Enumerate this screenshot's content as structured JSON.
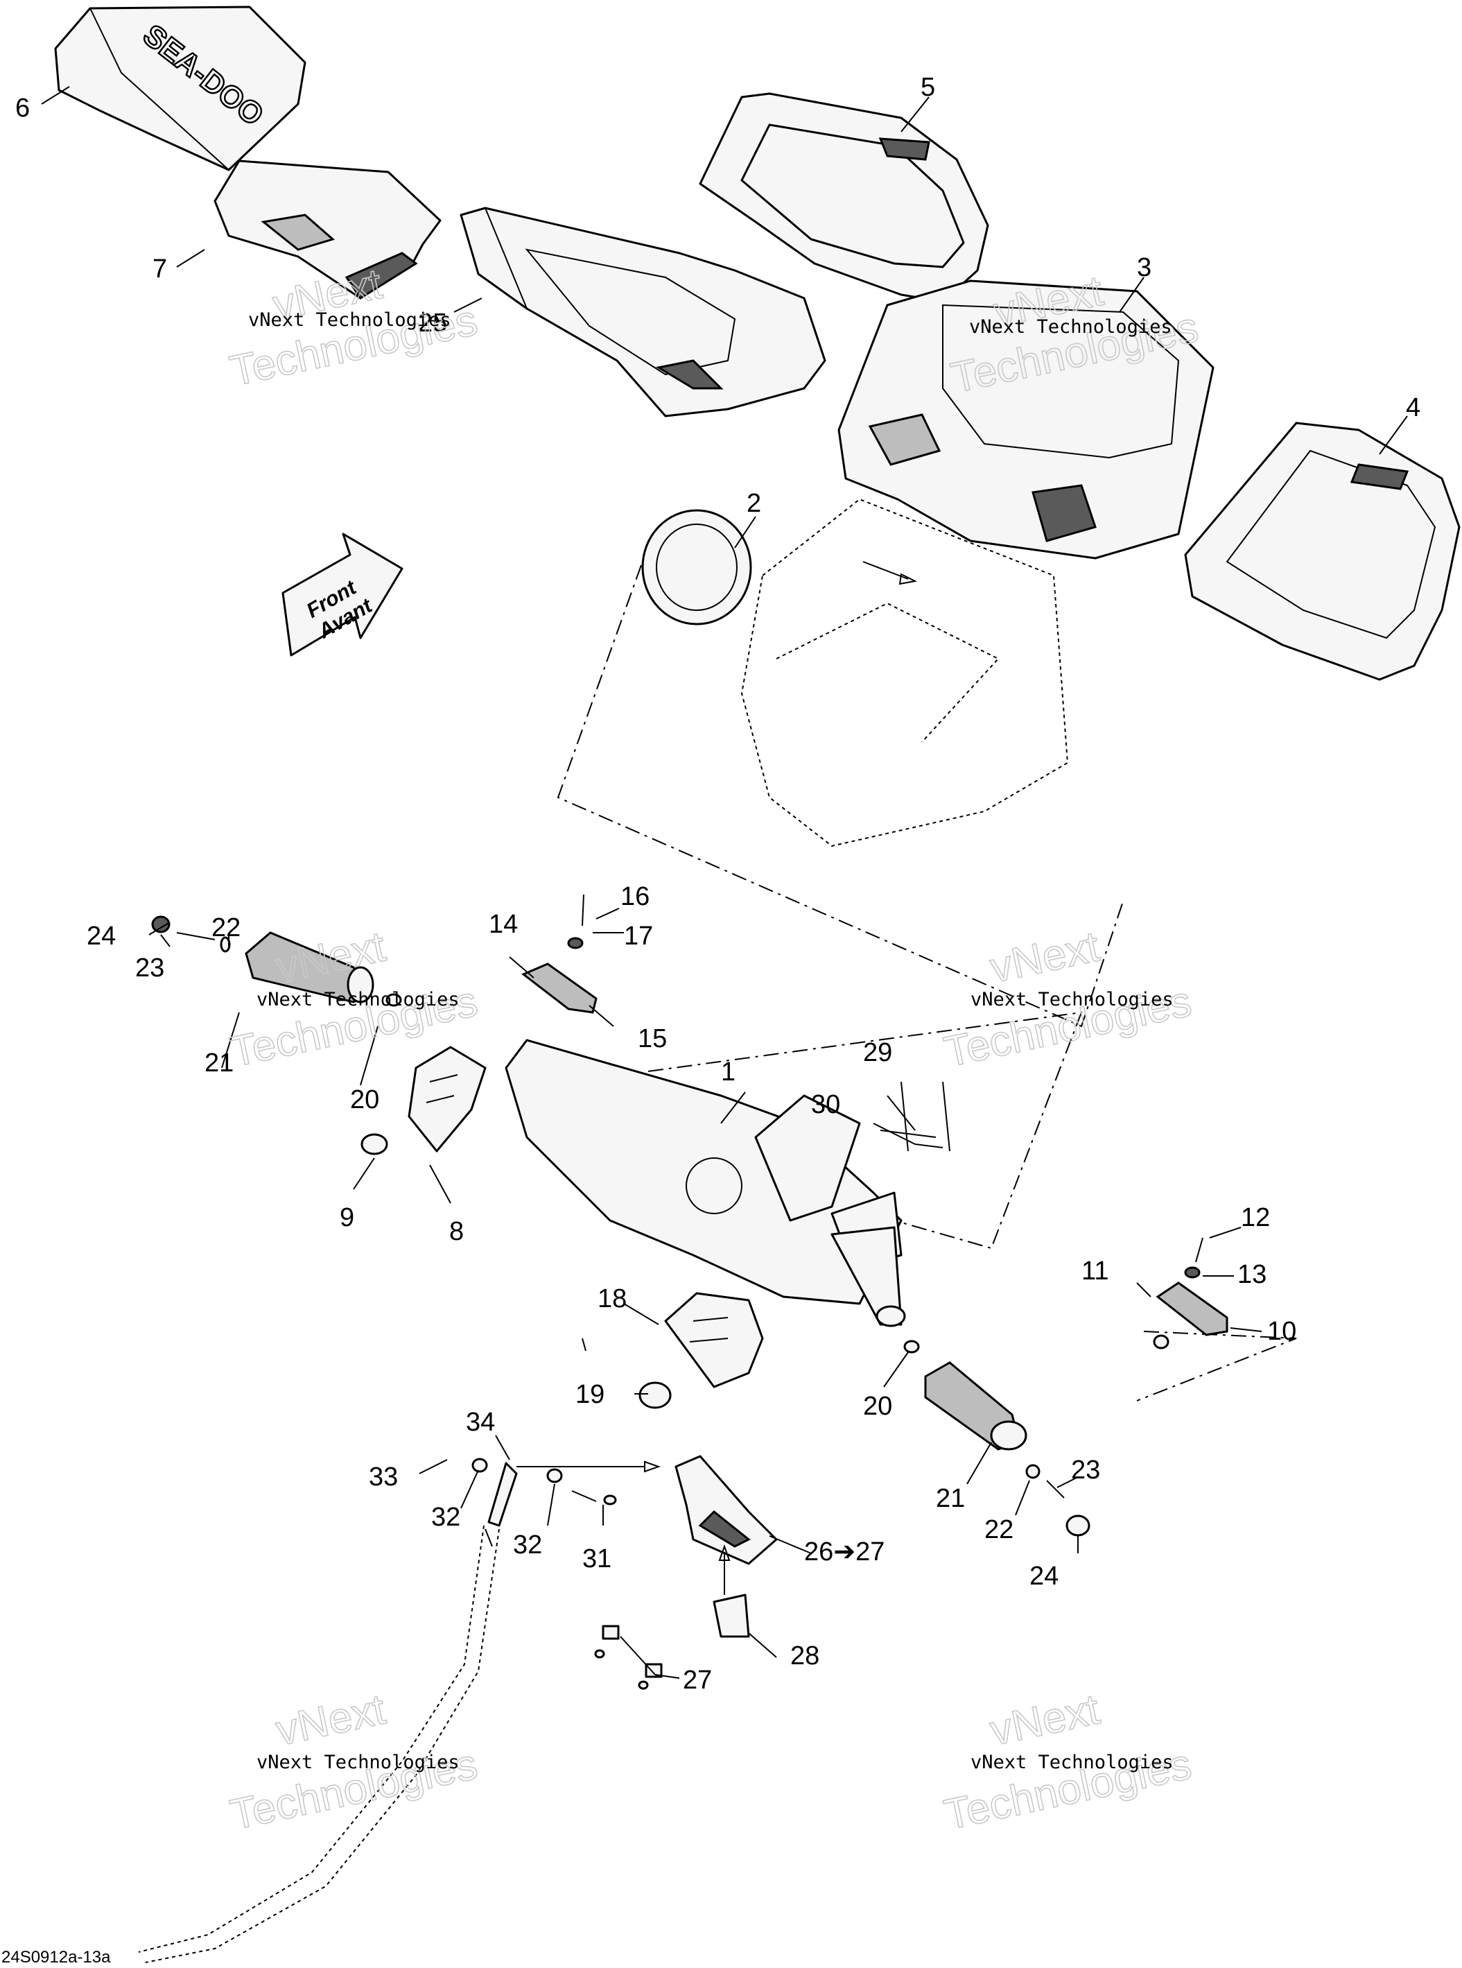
{
  "watermark": {
    "small_text": "vNext Technologies",
    "big_line1": "vNext",
    "big_line2": "Technologies"
  },
  "front_arrow": {
    "line1": "Front",
    "line2": "Avant"
  },
  "cover_logo": "SEA-DOO",
  "reference_code": "24S0912a-13a",
  "callouts": {
    "c1": "1",
    "c2": "2",
    "c3": "3",
    "c4": "4",
    "c5": "5",
    "c6": "6",
    "c7": "7",
    "c8": "8",
    "c9": "9",
    "c10": "10",
    "c11": "11",
    "c12": "12",
    "c13": "13",
    "c14": "14",
    "c15": "15",
    "c16": "16",
    "c17": "17",
    "c18": "18",
    "c19": "19",
    "c20a": "20",
    "c20b": "20",
    "c21a": "21",
    "c21b": "21",
    "c22a": "22",
    "c22b": "22",
    "c23a": "23",
    "c23b": "23",
    "c24a": "24",
    "c24b": "24",
    "c25": "25",
    "c26": "26➔27",
    "c27": "27",
    "c28": "28",
    "c29": "29",
    "c30": "30",
    "c31": "31",
    "c32a": "32",
    "c32b": "32",
    "c33": "33",
    "c34": "34"
  }
}
